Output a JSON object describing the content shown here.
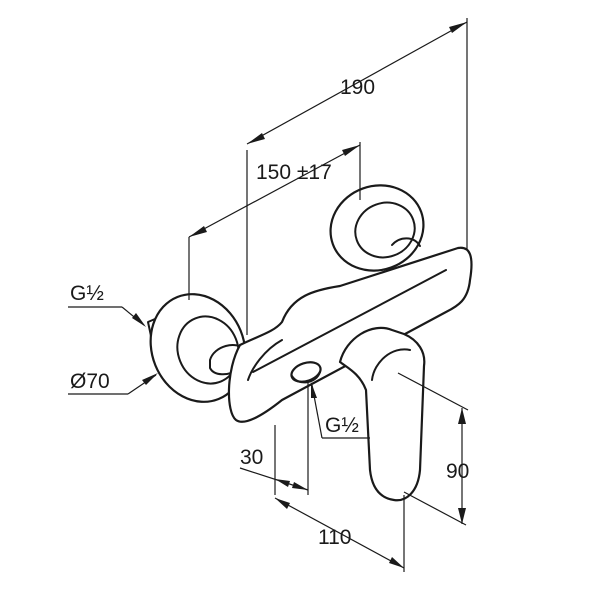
{
  "labels": {
    "overall_width": "190",
    "center_distance": "150 ±17",
    "inlet_thread": "G½",
    "rosette_diameter": "Ø70",
    "outlet_thread": "G½",
    "outlet_offset": "30",
    "projection": "110",
    "height": "90"
  },
  "colors": {
    "line": "#1a1a1a",
    "background": "#ffffff"
  }
}
